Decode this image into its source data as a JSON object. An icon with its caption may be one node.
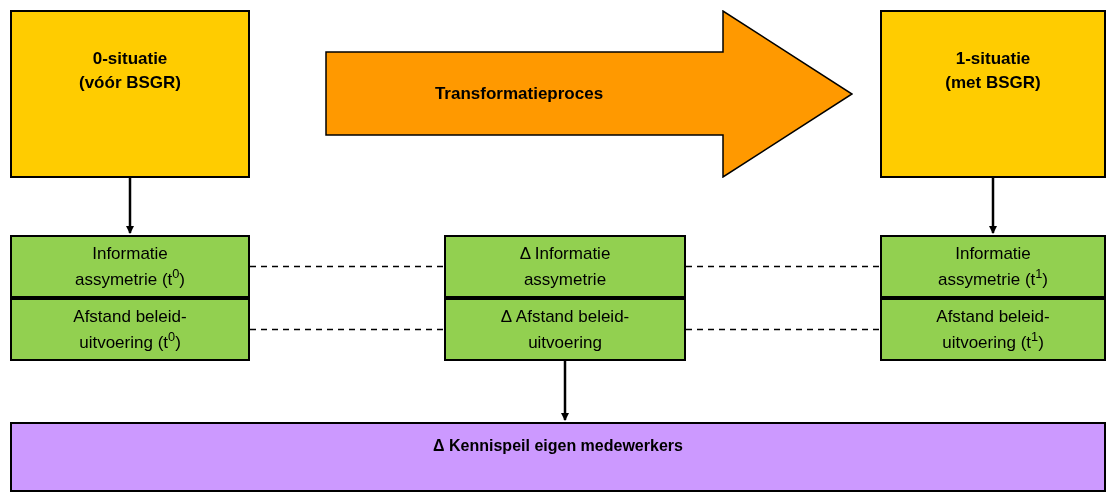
{
  "diagram": {
    "nodes": [
      {
        "text": [
          "0-situatie (vóór BSGR)"
        ]
      },
      {
        "text": [
          "Transformatieproces"
        ]
      },
      {
        "text": [
          "1-situatie (met BSGR)"
        ]
      },
      {
        "text": [
          "Informatie assymetrie (t$^{0}$)"
        ]
      },
      {
        "text": [
          "Afstand beleid-uitvoering (t$^{0}$)"
        ]
      },
      {
        "text": [
          "Δ Informatie assymetrie"
        ]
      },
      {
        "text": [
          "Δ Afstand beleid-uitvoering"
        ]
      },
      {
        "text": [
          "Informatie assymetrie (t$^{1}$)"
        ]
      },
      {
        "text": [
          "Afstand beleid-uitvoering (t$^{1}$)"
        ]
      },
      {
        "text": [
          "Δ Kennispeil eigen medewerkers"
        ]
      }
    ],
    "edges": [
      {
        "from": 0,
        "to": 3,
        "arrow": "to"
      },
      {
        "from": 2,
        "to": 7,
        "arrow": "to"
      },
      {
        "from": 3,
        "to": 5,
        "arrow": "none",
        "style": "dashed"
      },
      {
        "from": 5,
        "to": 7,
        "arrow": "none",
        "style": "dashed"
      },
      {
        "from": 4,
        "to": 6,
        "arrow": "none",
        "style": "dashed"
      },
      {
        "from": 6,
        "to": 8,
        "arrow": "none",
        "style": "dashed"
      },
      {
        "from": 6,
        "to": 9,
        "arrow": "to"
      }
    ]
  }
}
